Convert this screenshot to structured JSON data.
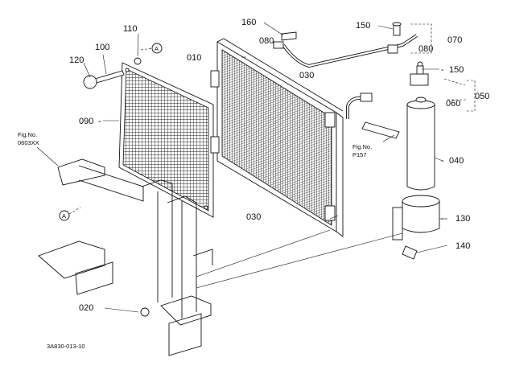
{
  "callouts": {
    "c010": "010",
    "c020": "020",
    "c030a": "030",
    "c030b": "030",
    "c040": "040",
    "c050": "050",
    "c060": "060",
    "c070": "070",
    "c080a": "080",
    "c080b": "080",
    "c090": "090",
    "c100": "100",
    "c110": "110",
    "c120": "120",
    "c130": "130",
    "c140": "140",
    "c150a": "150",
    "c150b": "150",
    "c160": "160"
  },
  "refs": {
    "fig_left_1": "Fig.No.",
    "fig_left_2": "0603XX",
    "fig_right_1": "Fig.No.",
    "fig_right_2": "P157",
    "marker_a_top": "A",
    "marker_a_left": "A"
  },
  "drawing_code": "3A830-013-10"
}
